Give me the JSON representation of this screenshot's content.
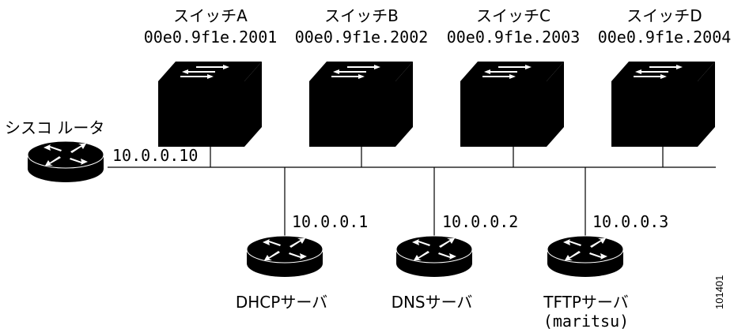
{
  "switches": [
    {
      "name": "スイッチA",
      "mac": "00e0.9f1e.2001"
    },
    {
      "name": "スイッチB",
      "mac": "00e0.9f1e.2002"
    },
    {
      "name": "スイッチC",
      "mac": "00e0.9f1e.2003"
    },
    {
      "name": "スイッチD",
      "mac": "00e0.9f1e.2004"
    }
  ],
  "router": {
    "label": "シスコ ルータ",
    "ip": "10.0.0.10"
  },
  "servers": [
    {
      "name": "DHCPサーバ",
      "ip": "10.0.0.1",
      "extra": ""
    },
    {
      "name": "DNSサーバ",
      "ip": "10.0.0.2",
      "extra": ""
    },
    {
      "name": "TFTPサーバ",
      "ip": "10.0.0.3",
      "extra": "(maritsu)"
    }
  ],
  "figure_id": "101401"
}
